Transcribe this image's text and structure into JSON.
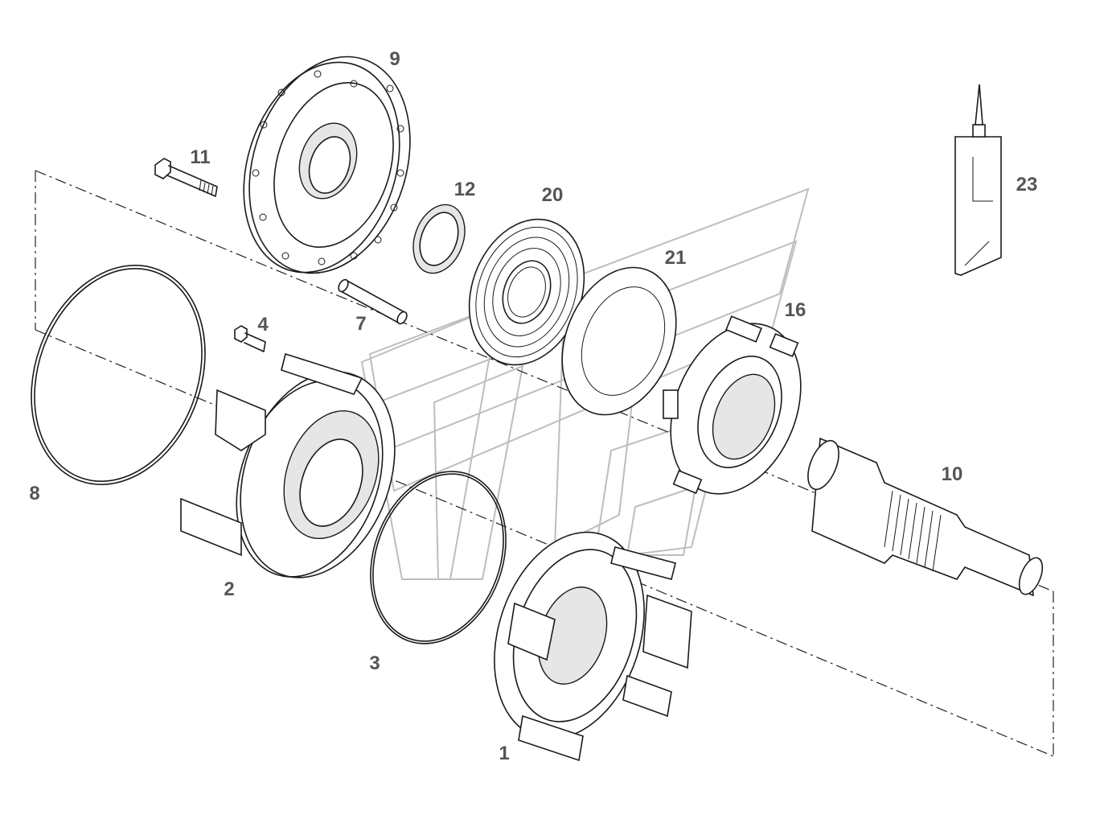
{
  "diagram": {
    "callouts": {
      "c1": "1",
      "c2": "2",
      "c3": "3",
      "c4": "4",
      "c7": "7",
      "c8": "8",
      "c9": "9",
      "c10": "10",
      "c11": "11",
      "c12": "12",
      "c16": "16",
      "c20": "20",
      "c21": "21",
      "c23": "23"
    },
    "parts": [
      "housing",
      "carrier",
      "o-ring",
      "bolt",
      "pin",
      "o-ring-large",
      "cover",
      "shaft",
      "screw",
      "seal-ring",
      "disc-carrier",
      "friction-disc",
      "steel-disc",
      "sealant-tube"
    ]
  }
}
